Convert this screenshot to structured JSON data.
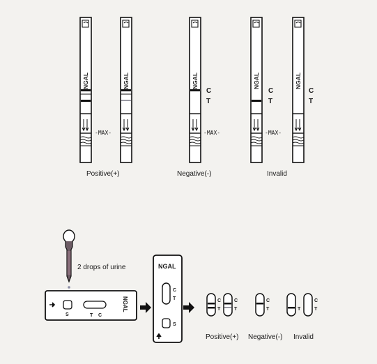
{
  "strip_test": {
    "brand": "NGAL",
    "control_label": "C",
    "test_label": "T",
    "max_label": "-MAX-",
    "results": {
      "positive": "Positive(+)",
      "negative": "Negative(-)",
      "invalid": "Invalid"
    }
  },
  "cassette_test": {
    "instruction": "2 drops of urine",
    "brand": "NGAL",
    "sample_label": "S",
    "control_label": "C",
    "test_label": "T",
    "results": {
      "positive": "Positive(+)",
      "negative": "Negative(-)",
      "invalid": "Invalid"
    }
  }
}
